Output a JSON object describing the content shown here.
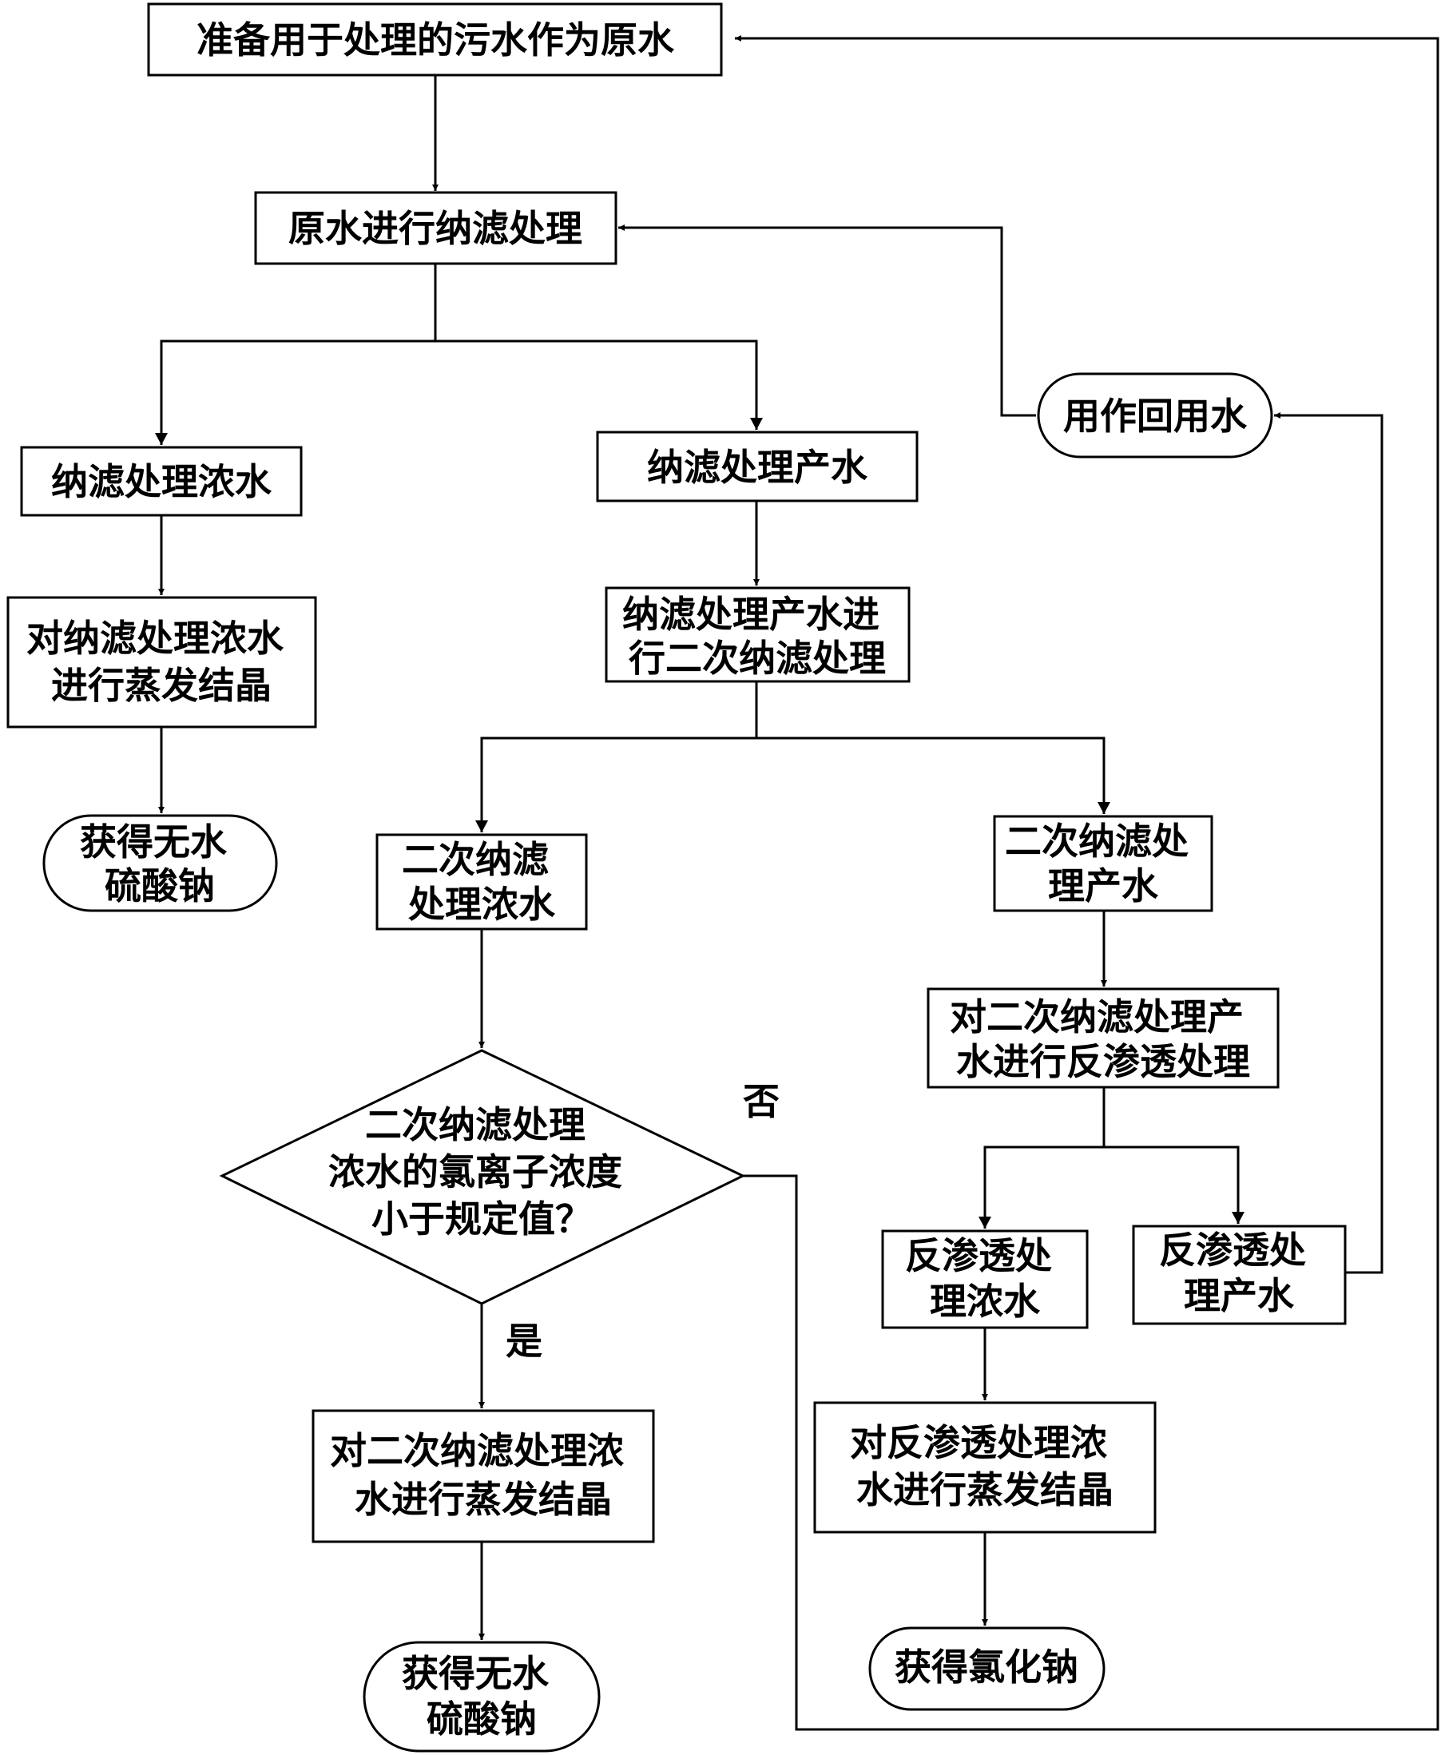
{
  "nodes": {
    "raw_water": {
      "lines": [
        "准备用于处理的污水作为原水"
      ]
    },
    "nf": {
      "lines": [
        "原水进行纳滤处理"
      ]
    },
    "nf_conc": {
      "lines": [
        "纳滤处理浓水"
      ]
    },
    "nf_prod": {
      "lines": [
        "纳滤处理产水"
      ]
    },
    "reuse": {
      "lines": [
        "用作回用水"
      ]
    },
    "nf_conc_evap": {
      "lines": [
        "对纳滤处理浓水",
        "进行蒸发结晶"
      ]
    },
    "nf2": {
      "lines": [
        "纳滤处理产水进",
        "行二次纳滤处理"
      ]
    },
    "na2so4_a": {
      "lines": [
        "获得无水",
        "硫酸钠"
      ]
    },
    "nf2_conc": {
      "lines": [
        "二次纳滤",
        "处理浓水"
      ]
    },
    "nf2_prod": {
      "lines": [
        "二次纳滤处",
        "理产水"
      ]
    },
    "ro": {
      "lines": [
        "对二次纳滤处理产",
        "水进行反渗透处理"
      ]
    },
    "decision": {
      "lines": [
        "二次纳滤处理",
        "浓水的氯离子浓度",
        "小于规定值？"
      ]
    },
    "ro_conc": {
      "lines": [
        "反渗透处",
        "理浓水"
      ]
    },
    "ro_prod": {
      "lines": [
        "反渗透处",
        "理产水"
      ]
    },
    "nf2_conc_evap": {
      "lines": [
        "对二次纳滤处理浓",
        "水进行蒸发结晶"
      ]
    },
    "ro_conc_evap": {
      "lines": [
        "对反渗透处理浓",
        "水进行蒸发结晶"
      ]
    },
    "na2so4_b": {
      "lines": [
        "获得无水",
        "硫酸钠"
      ]
    },
    "nacl": {
      "lines": [
        "获得氯化钠"
      ]
    }
  },
  "edge_labels": {
    "no": "否",
    "yes": "是"
  }
}
